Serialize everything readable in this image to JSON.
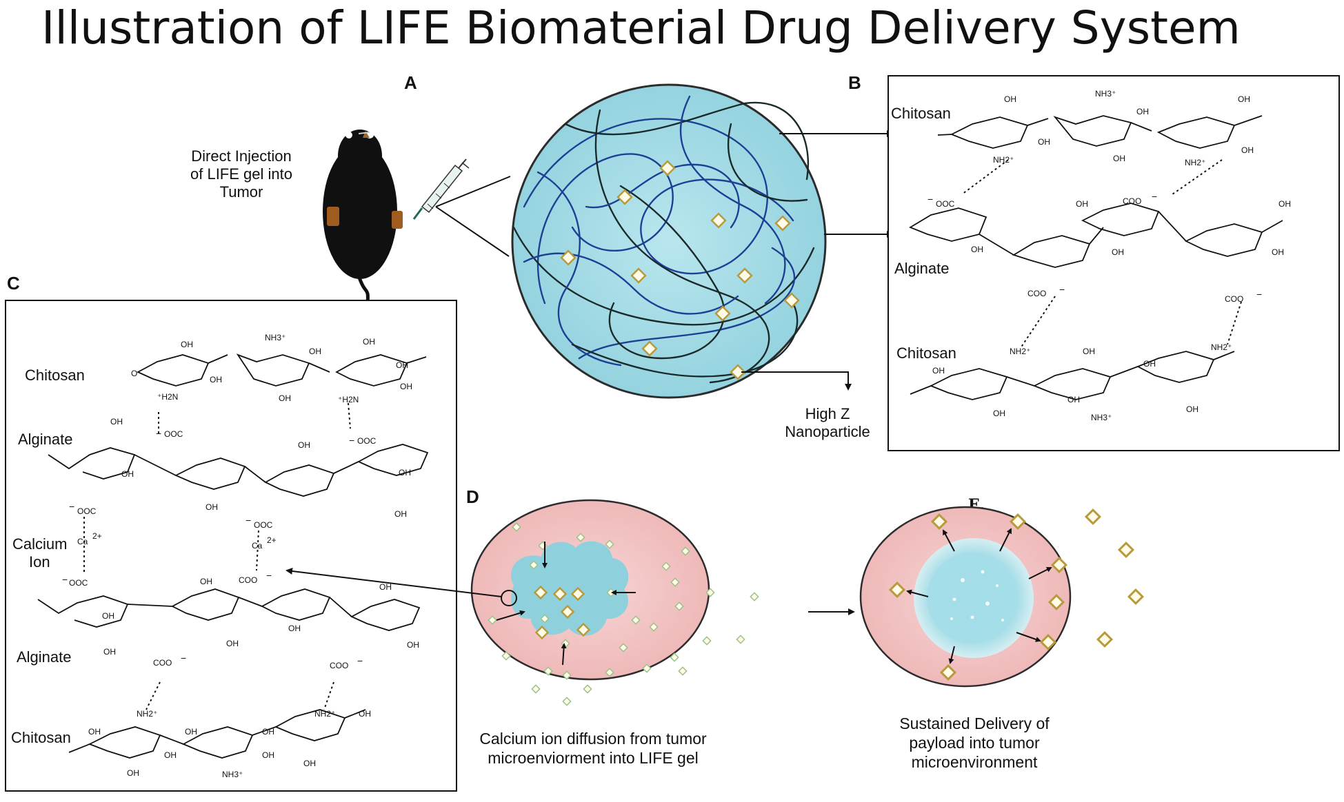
{
  "title": "Illustration of LIFE Biomaterial Drug Delivery System",
  "panels": {
    "a": {
      "letter": "A",
      "injection_label": [
        "Direct Injection",
        "of LIFE gel into",
        "Tumor"
      ]
    },
    "b": {
      "letter": "B",
      "labels": {
        "chitosan_top": "Chitosan",
        "alginate": "Alginate",
        "chitosan_bottom": "Chitosan"
      },
      "nanoparticle_label": [
        "High Z",
        "Nanoparticle"
      ]
    },
    "c": {
      "letter": "C",
      "labels": {
        "chitosan_top": "Chitosan",
        "alginate_top": "Alginate",
        "calcium_ion": [
          "Calcium",
          "Ion"
        ],
        "alginate_bottom": "Alginate",
        "chitosan_bottom": "Chitosan"
      }
    },
    "d": {
      "letter": "D",
      "caption": [
        "Calcium ion diffusion from tumor",
        "microenviorment  into LIFE gel"
      ]
    },
    "e": {
      "letter": "E.",
      "caption": [
        "Sustained Delivery of",
        "payload into tumor",
        "microenvironment"
      ]
    }
  },
  "chem": {
    "oh": "OH",
    "o": "O",
    "nh3": "NH3⁺",
    "nh2": "NH2⁺",
    "h2n": "⁺H2N",
    "coo": "COO",
    "ooc": "OOC",
    "minus": "−",
    "ca": "Ca",
    "two_plus": "2+"
  },
  "colors": {
    "gel": "#a6dde6",
    "gel_stroke": "#2c2c2c",
    "fiber_blue": "#1d3f94",
    "fiber_dark": "#1a2a2a",
    "tumor": "#f3c4c4",
    "nanoparticle": "#b79a3c"
  },
  "icons": [
    "mouse-icon",
    "syringe-icon",
    "tumor-icon",
    "gel-sphere-icon",
    "nanoparticle-icon",
    "arrow-icon"
  ]
}
